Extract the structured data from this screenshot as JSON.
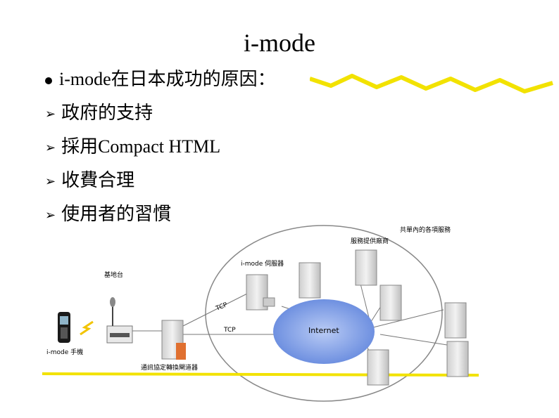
{
  "title": "i-mode",
  "main_bullet": "i-mode在日本成功的原因：",
  "sub_bullets": [
    "政府的支持",
    "採用Compact HTML",
    "收費合理",
    "使用者的習慣"
  ],
  "diagram": {
    "labels": {
      "base_station": "基地台",
      "phone": "i-mode 手機",
      "gateway": "通訊協定轉換閘道器",
      "server": "i-mode 伺服器",
      "providers": "服務提供廠商",
      "outside": "共單內的各項服務",
      "internet": "Internet",
      "tcp1": "TCP",
      "tcp2": "TCP"
    }
  },
  "colors": {
    "accent_yellow": "#f2e200",
    "cloud_blue": "#6b8fe0"
  }
}
